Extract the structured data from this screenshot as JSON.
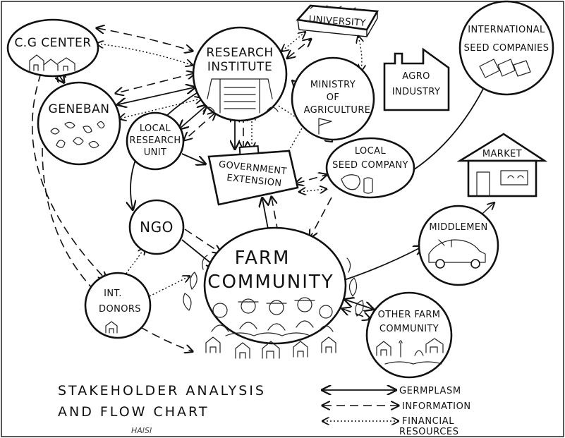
{
  "nodes": {
    "cg_center": [
      "C.G CENTER"
    ],
    "research_institute": [
      "RESEARCH",
      "INSTITUTE"
    ],
    "university": [
      "UNIVERSITY"
    ],
    "international_seed_companies": [
      "INTERNATIONAL",
      "SEED COMPANIES"
    ],
    "geneban": [
      "GENEBAN"
    ],
    "ministry_of_agriculture": [
      "MINISTRY",
      "OF",
      "AGRICULTURE"
    ],
    "agro_industry": [
      "AGRO",
      "INDUSTRY"
    ],
    "local_research_unit": [
      "LOCAL",
      "RESEARCH",
      "UNIT"
    ],
    "government_extension": [
      "GOVERNMENT",
      "EXTENSION"
    ],
    "local_seed_company": [
      "LOCAL",
      "SEED COMPANY"
    ],
    "market": [
      "MARKET"
    ],
    "ngo": [
      "NGO"
    ],
    "middlemen": [
      "MIDDLEMEN"
    ],
    "farm_community": [
      "FARM",
      "COMMUNITY"
    ],
    "int_donors": [
      "INT.",
      "DONORS"
    ],
    "other_farm_community": [
      "OTHER FARM",
      "COMMUNITY"
    ]
  },
  "title": [
    "STAKEHOLDER  ANALYSIS",
    "AND   FLOW   CHART"
  ],
  "signature": "HAISI",
  "legend": {
    "germplasm": "GERMPLASM",
    "information": "INFORMATION",
    "financial": [
      "FINANCIAL",
      "RESOURCES"
    ]
  },
  "colors": {
    "ink": "#111111",
    "paper": "#ffffff"
  }
}
